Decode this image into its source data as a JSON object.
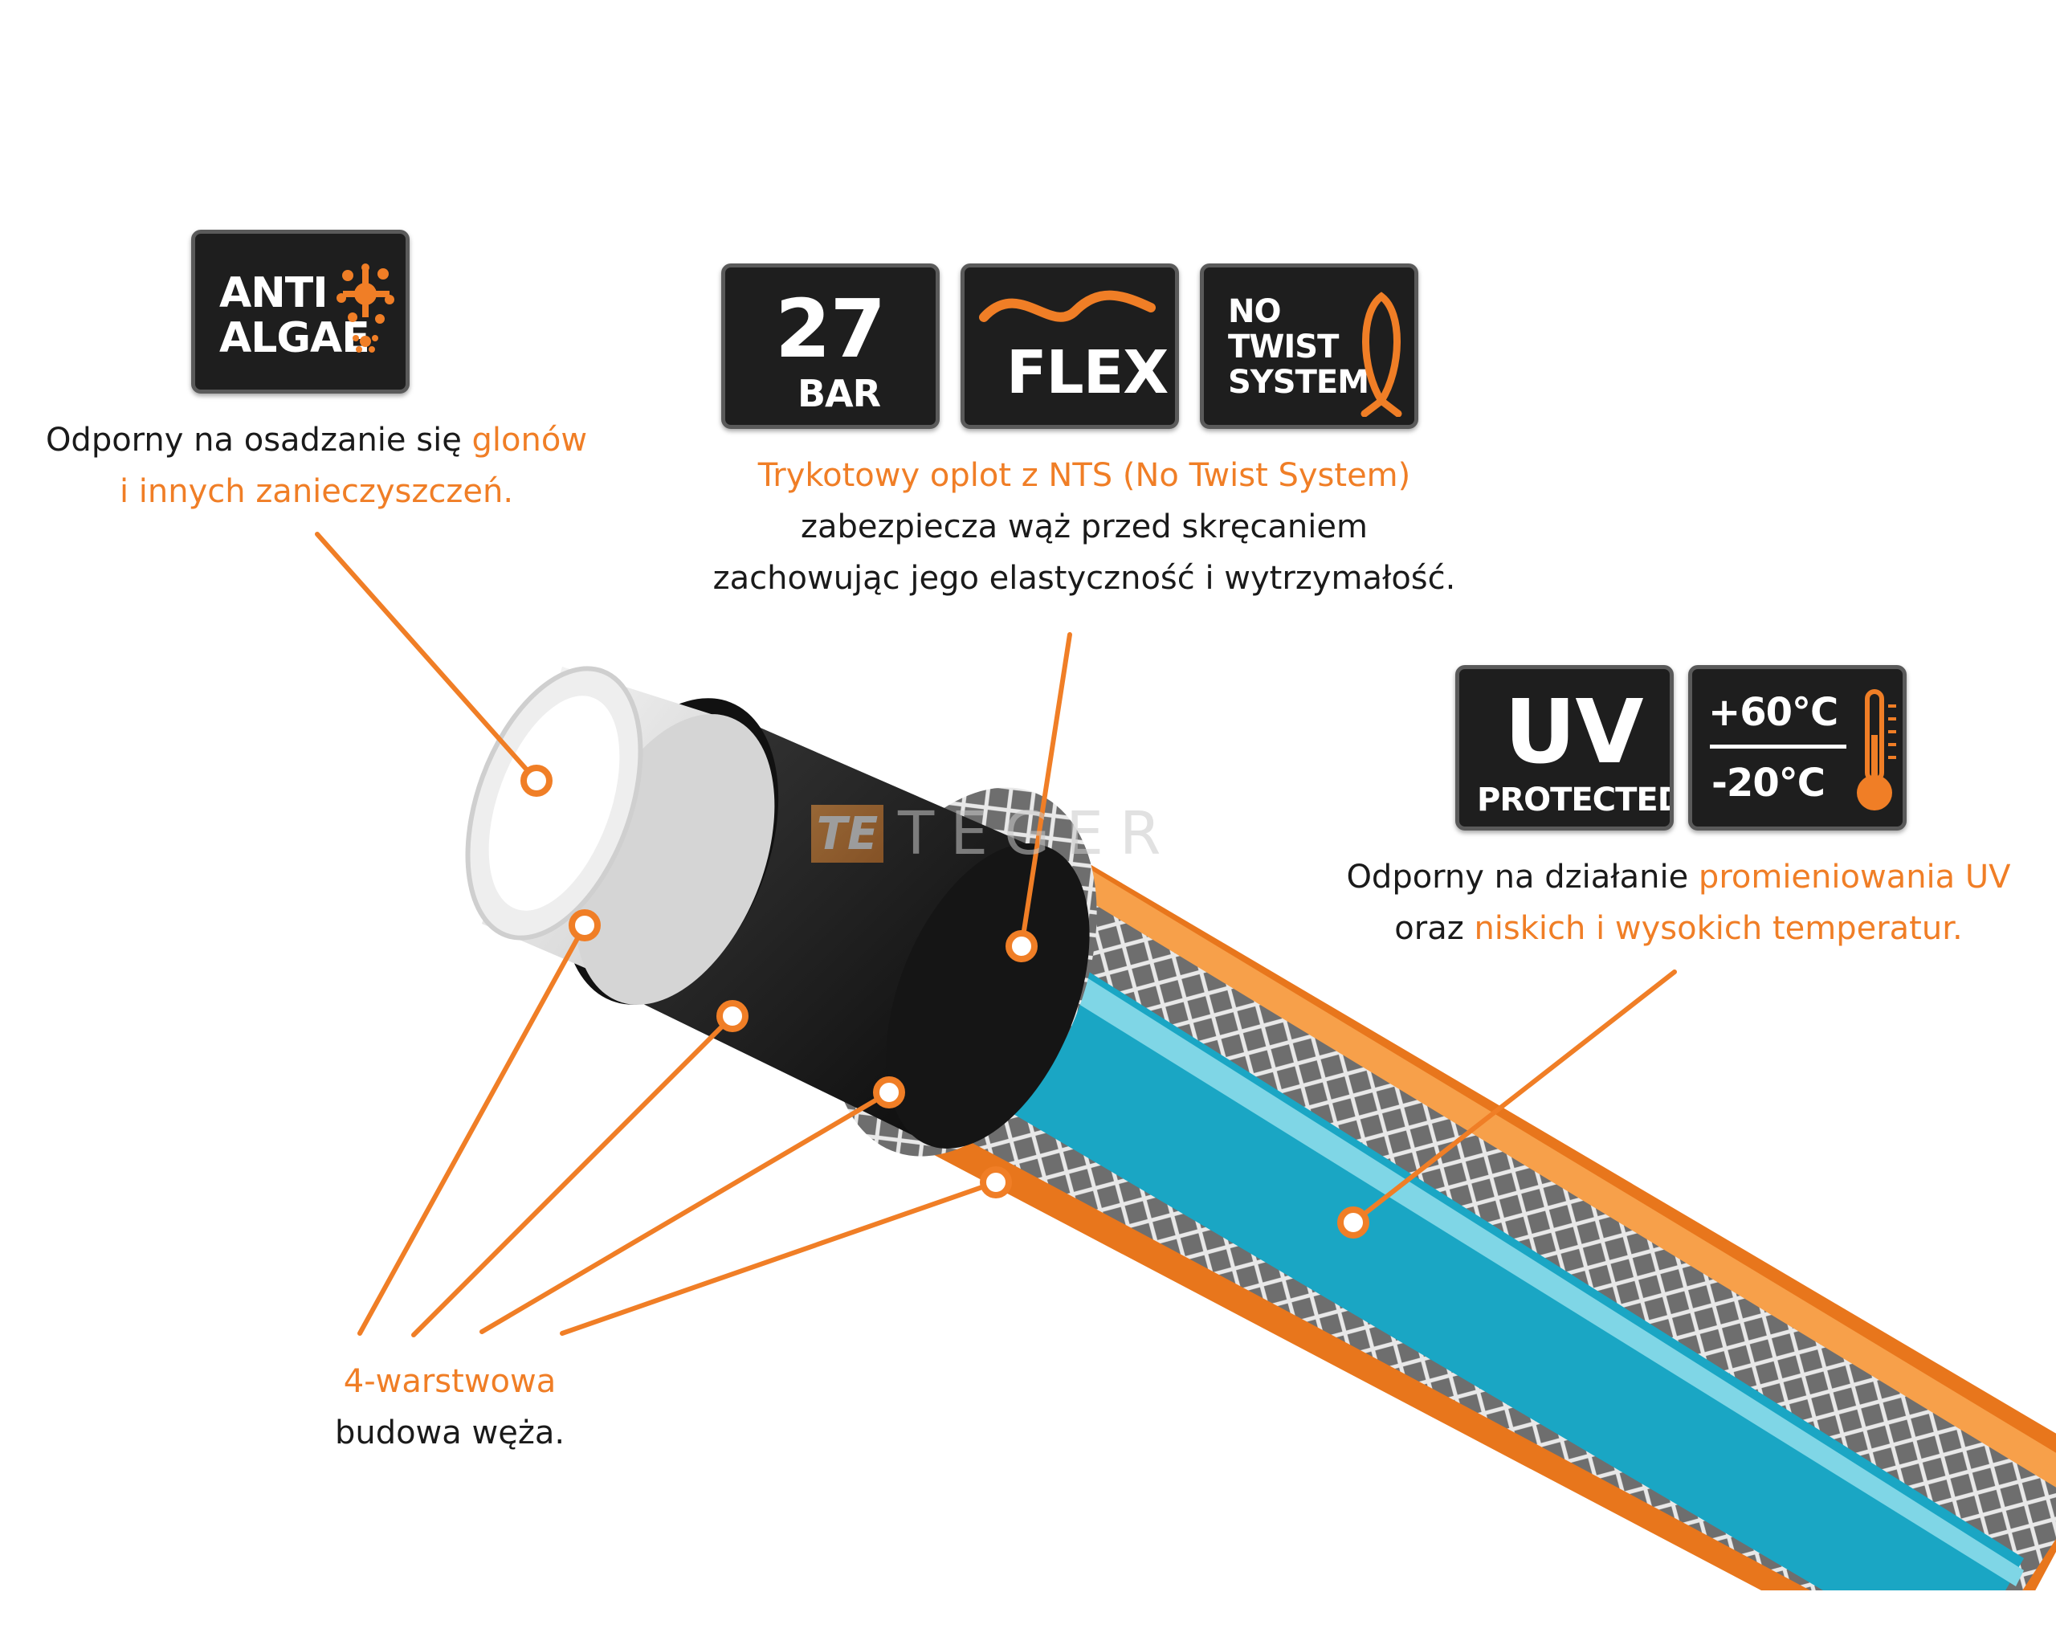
{
  "colors": {
    "accent": "#f07e26",
    "badge_bg": "#1e1e1e",
    "hose_inner": "#1aa6c4",
    "text": "#1a1a1a"
  },
  "badges": {
    "anti_algae": {
      "line1": "ANTI",
      "line2": "ALGAE",
      "icon": "algae-icon"
    },
    "bar": {
      "number": "27",
      "unit": "BAR"
    },
    "flex": {
      "label": "FLEX",
      "icon": "wave-icon"
    },
    "no_twist": {
      "line1": "NO",
      "line2": "TWIST",
      "line3": "SYSTEM",
      "icon": "loop-icon"
    },
    "uv": {
      "line1": "UV",
      "line2": "PROTECTED"
    },
    "temp": {
      "max": "+60°C",
      "min": "-20°C",
      "icon": "thermometer-icon"
    }
  },
  "captions": {
    "algae": {
      "plain": "Odporny na osadzanie się ",
      "hl1": "glonów",
      "hl2": "i innych zanieczyszczeń."
    },
    "nts": {
      "hl": "Trykotowy oplot z NTS (No Twist System)",
      "line2": "zabezpiecza wąż przed skręcaniem",
      "line3": "zachowując jego elastyczność i wytrzymałość."
    },
    "uv": {
      "plain1": "Odporny na działanie ",
      "hl1": "promieniowania UV",
      "plain2": "oraz ",
      "hl2": "niskich i wysokich temperatur."
    },
    "layers": {
      "hl": "4-warstwowa",
      "line2": "budowa węża."
    }
  },
  "watermark": {
    "logo": "TE",
    "text": "TEGER"
  }
}
